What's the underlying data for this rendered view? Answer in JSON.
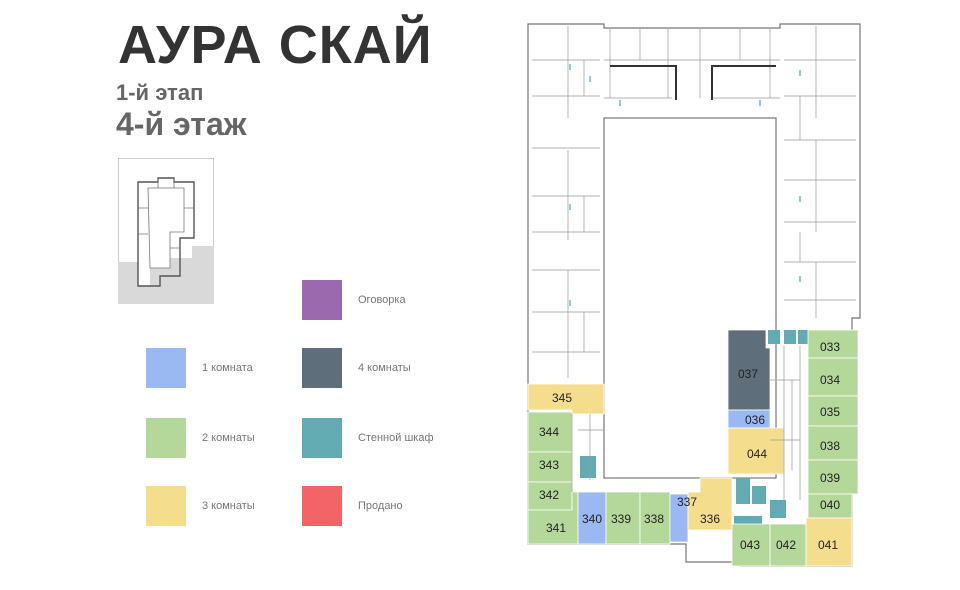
{
  "header": {
    "title": "АУРА СКАЙ",
    "stage": "1-й этап",
    "floor": "4-й этаж"
  },
  "colors": {
    "one_room": "#9ab8f2",
    "two_rooms": "#b4d79a",
    "three_rooms": "#f5dd8e",
    "reserved": "#9a69ae",
    "four_rooms": "#5e6e7b",
    "closet": "#63abb2",
    "sold": "#f36466"
  },
  "legend": [
    {
      "label": "Оговорка",
      "color_key": "reserved"
    },
    {
      "label": "1 комната",
      "color_key": "one_room"
    },
    {
      "label": "4 комнаты",
      "color_key": "four_rooms"
    },
    {
      "label": "2 комнаты",
      "color_key": "two_rooms"
    },
    {
      "label": "Стенной шкаф",
      "color_key": "closet"
    },
    {
      "label": "3 комнаты",
      "color_key": "three_rooms"
    },
    {
      "label": "Продано",
      "color_key": "sold"
    }
  ],
  "apartments": [
    {
      "number": "345",
      "type": "three_rooms"
    },
    {
      "number": "344",
      "type": "two_rooms"
    },
    {
      "number": "343",
      "type": "two_rooms"
    },
    {
      "number": "342",
      "type": "two_rooms"
    },
    {
      "number": "341",
      "type": "two_rooms"
    },
    {
      "number": "340",
      "type": "one_room"
    },
    {
      "number": "339",
      "type": "two_rooms"
    },
    {
      "number": "338",
      "type": "two_rooms"
    },
    {
      "number": "337",
      "type": "one_room"
    },
    {
      "number": "336",
      "type": "three_rooms"
    },
    {
      "number": "037",
      "type": "four_rooms"
    },
    {
      "number": "036",
      "type": "one_room"
    },
    {
      "number": "044",
      "type": "three_rooms"
    },
    {
      "number": "033",
      "type": "two_rooms"
    },
    {
      "number": "034",
      "type": "two_rooms"
    },
    {
      "number": "035",
      "type": "two_rooms"
    },
    {
      "number": "038",
      "type": "two_rooms"
    },
    {
      "number": "039",
      "type": "two_rooms"
    },
    {
      "number": "040",
      "type": "two_rooms"
    },
    {
      "number": "043",
      "type": "two_rooms"
    },
    {
      "number": "042",
      "type": "two_rooms"
    },
    {
      "number": "041",
      "type": "three_rooms"
    }
  ]
}
